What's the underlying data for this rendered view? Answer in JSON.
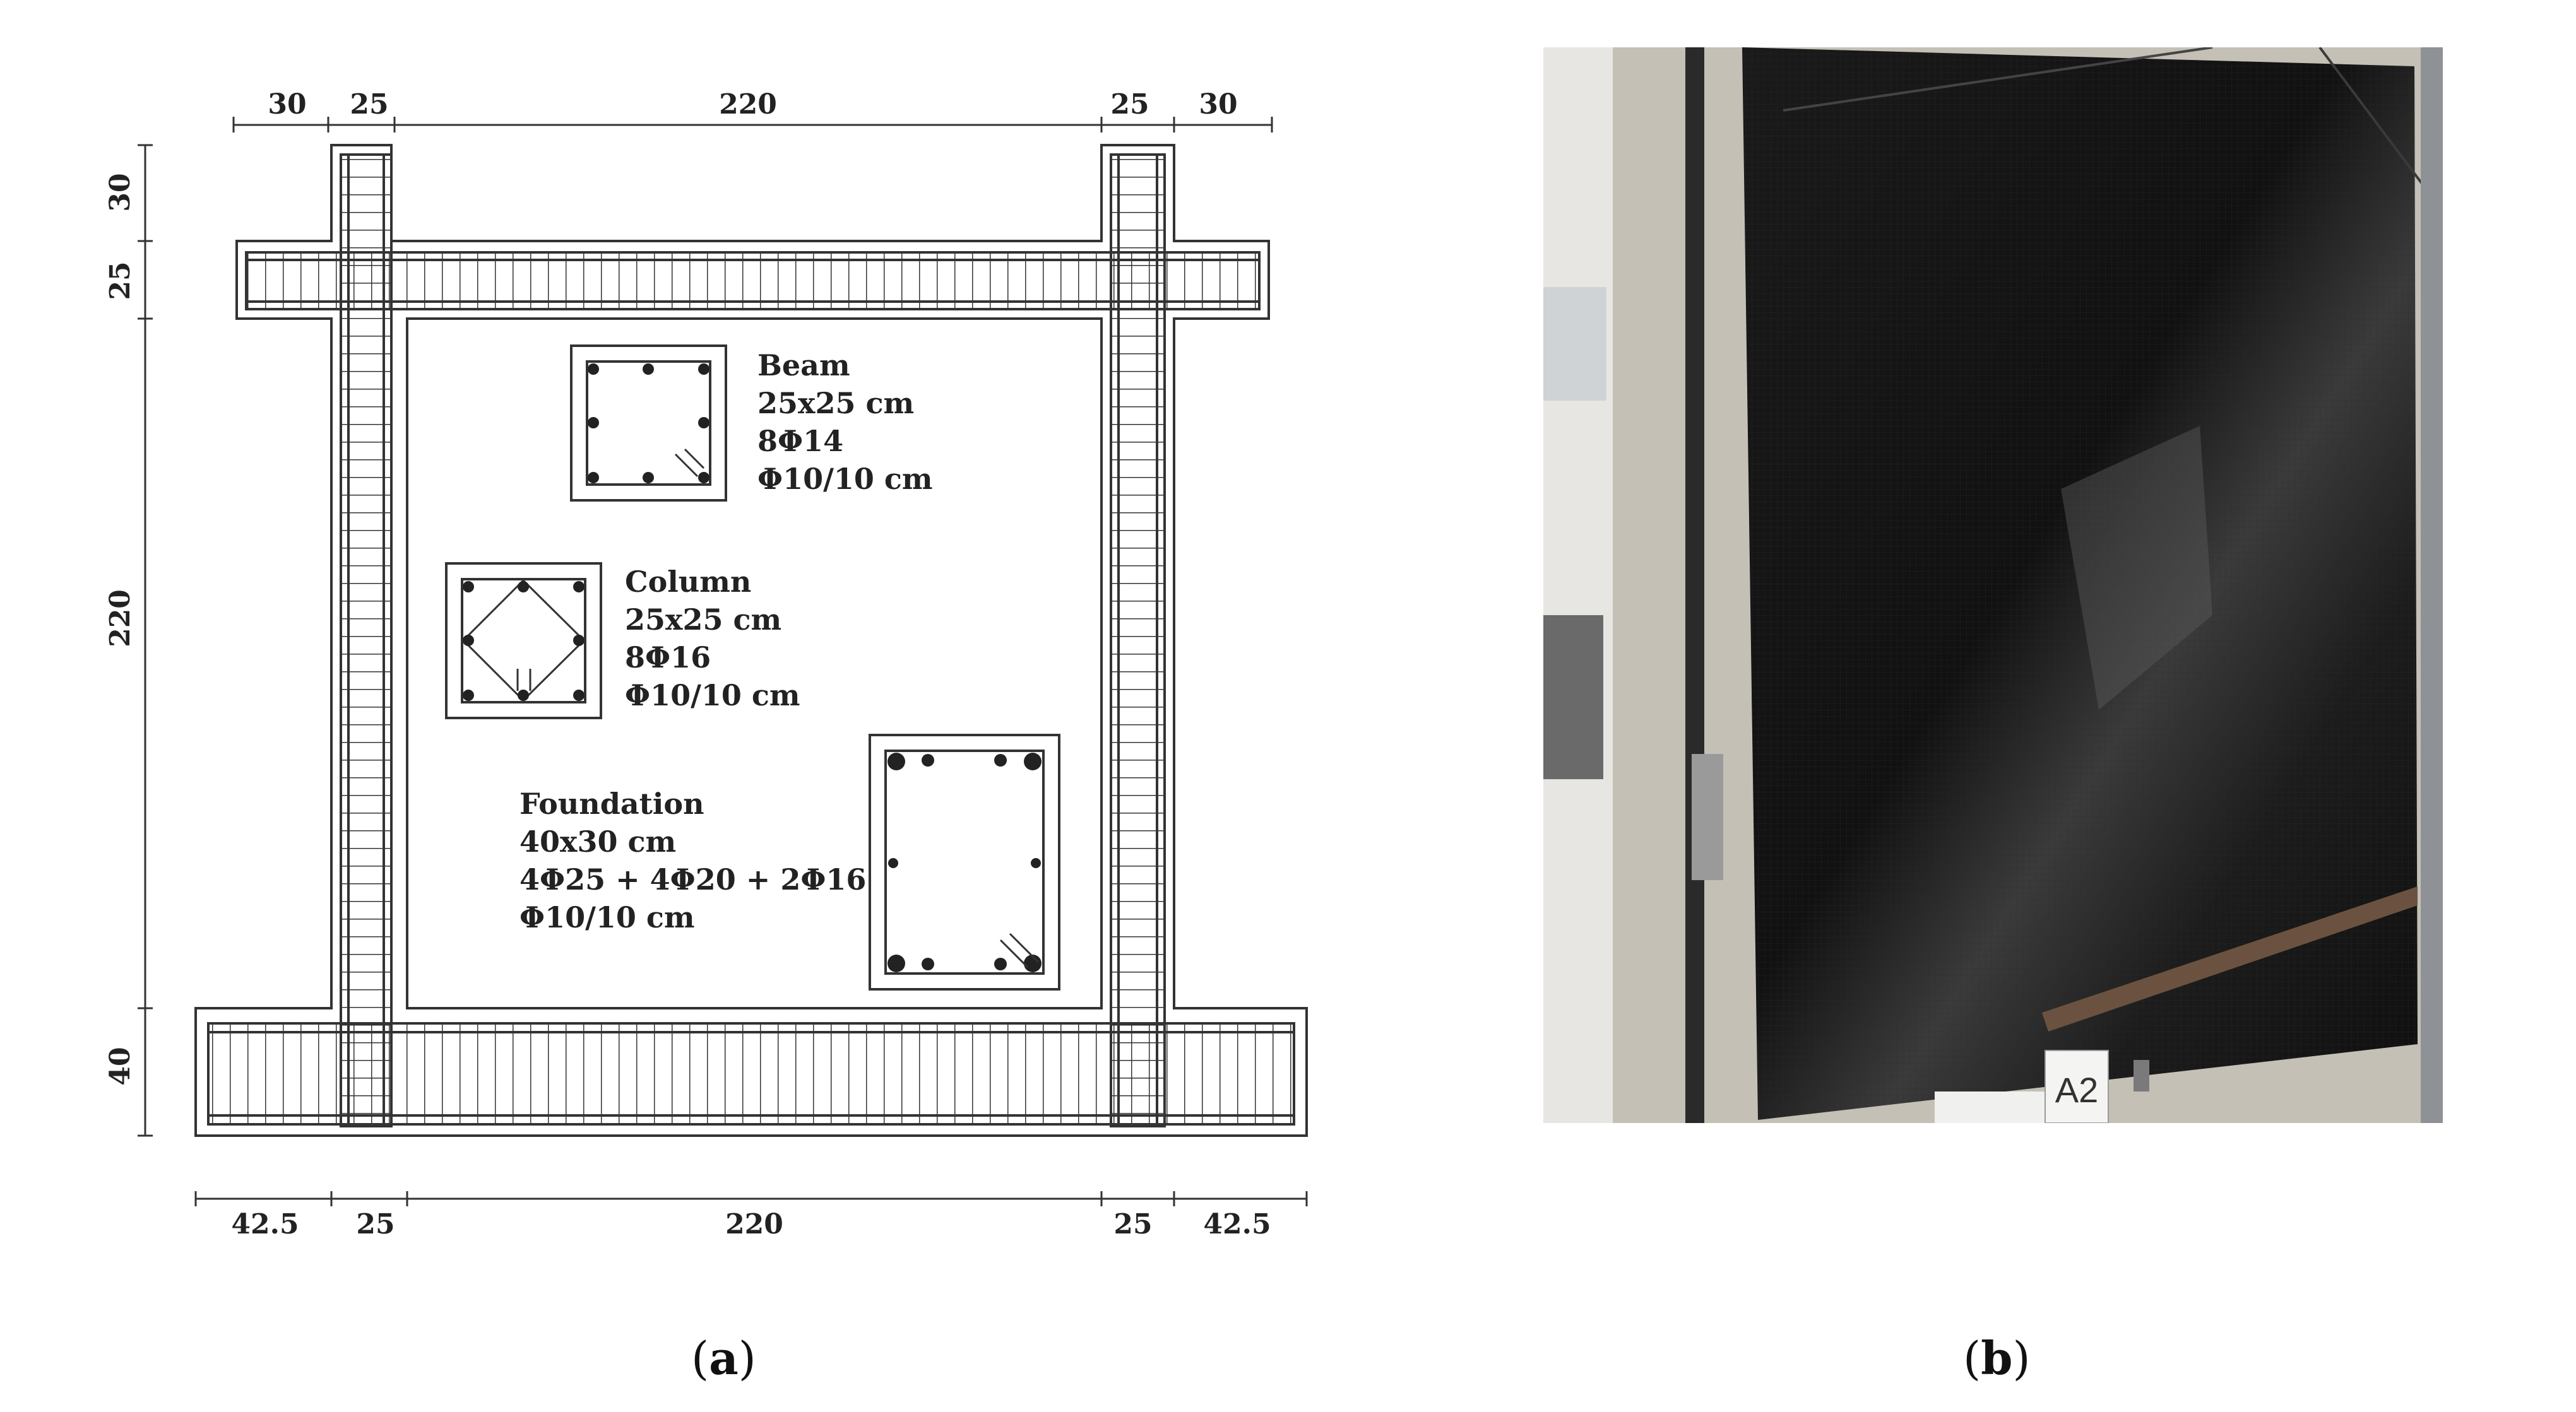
{
  "figure_a": {
    "dims_top": [
      "30",
      "25",
      "220",
      "25",
      "30"
    ],
    "dims_bottom": [
      "42.5",
      "25",
      "220",
      "25",
      "42.5"
    ],
    "dims_left": [
      "30",
      "25",
      "220",
      "40"
    ],
    "beam": {
      "title": "Beam",
      "size": "25x25 cm",
      "longitudinal": "8Φ14",
      "stirrups": "Φ10/10 cm"
    },
    "column": {
      "title": "Column",
      "size": "25x25 cm",
      "longitudinal": "8Φ16",
      "stirrups": "Φ10/10 cm"
    },
    "foundation": {
      "title": "Foundation",
      "size": "40x30 cm",
      "longitudinal": "4Φ25 + 4Φ20 + 2Φ16",
      "stirrups": "Φ10/10 cm"
    }
  },
  "figure_b": {
    "tag_label": "A2"
  },
  "captions": {
    "a": {
      "open": "(",
      "letter": "a",
      "close": ")"
    },
    "b": {
      "open": "(",
      "letter": "b",
      "close": ")"
    }
  },
  "colors": {
    "line": "#333333",
    "frame_concrete": "#bdb8ad",
    "cfrp": "#141414"
  }
}
